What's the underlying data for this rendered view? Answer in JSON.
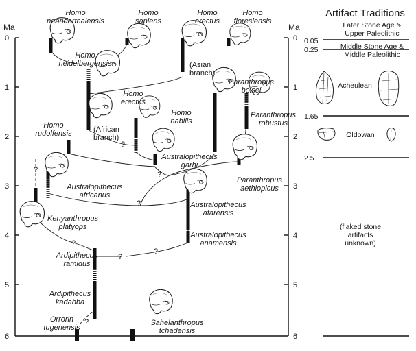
{
  "axis": {
    "unit_label": "Ma",
    "ticks": [
      {
        "value": 0,
        "label": "0"
      },
      {
        "value": 1,
        "label": "1"
      },
      {
        "value": 2,
        "label": "2"
      },
      {
        "value": 3,
        "label": "3"
      },
      {
        "value": 4,
        "label": "4"
      },
      {
        "value": 5,
        "label": "5"
      },
      {
        "value": 6,
        "label": "6"
      }
    ]
  },
  "question_mark": "?",
  "species": [
    {
      "id": "neanderthalensis",
      "lines": [
        "Homo",
        "neanderthalensis"
      ]
    },
    {
      "id": "sapiens",
      "lines": [
        "Homo",
        "sapiens"
      ]
    },
    {
      "id": "erectus-asian",
      "lines": [
        "Homo",
        "erectus"
      ]
    },
    {
      "id": "floresiensis",
      "lines": [
        "Homo",
        "floresiensis"
      ]
    },
    {
      "id": "heidelbergensis",
      "lines": [
        "Homo",
        "heidelbergensis"
      ]
    },
    {
      "id": "erectus-african",
      "lines": [
        "Homo",
        "erectus"
      ]
    },
    {
      "id": "rudolfensis",
      "lines": [
        "Homo",
        "rudolfensis"
      ]
    },
    {
      "id": "habilis",
      "lines": [
        "Homo",
        "habilis"
      ]
    },
    {
      "id": "boisei",
      "lines": [
        "Paranthropus",
        "boisei"
      ]
    },
    {
      "id": "robustus",
      "lines": [
        "Paranthropus",
        "robustus"
      ]
    },
    {
      "id": "garhi",
      "lines": [
        "Australopithecus",
        "garhi"
      ]
    },
    {
      "id": "aethiopicus",
      "lines": [
        "Paranthropus",
        "aethiopicus"
      ]
    },
    {
      "id": "africanus",
      "lines": [
        "Australopithecus",
        "africanus"
      ]
    },
    {
      "id": "afarensis",
      "lines": [
        "Australopithecus",
        "afarensis"
      ]
    },
    {
      "id": "platyops",
      "lines": [
        "Kenyanthropus",
        "platyops"
      ]
    },
    {
      "id": "anamensis",
      "lines": [
        "Australopithecus",
        "anamensis"
      ]
    },
    {
      "id": "ramidus",
      "lines": [
        "Ardipithecus",
        "ramidus"
      ]
    },
    {
      "id": "kadabba",
      "lines": [
        "Ardipithecus",
        "kadabba"
      ]
    },
    {
      "id": "tugenensis",
      "lines": [
        "Orrorin",
        "tugenensis"
      ]
    },
    {
      "id": "tchadensis",
      "lines": [
        "Sahelanthropus",
        "tchadensis"
      ]
    }
  ],
  "branch_notes": [
    {
      "id": "asian",
      "lines": [
        "(Asian",
        "branch)"
      ]
    },
    {
      "id": "african",
      "lines": [
        "(African",
        "branch)"
      ]
    }
  ],
  "artifacts": {
    "title": "Artifact Traditions",
    "boundaries": [
      {
        "value": 0.05,
        "label": "0.05"
      },
      {
        "value": 0.25,
        "label": "0.25"
      },
      {
        "value": 1.65,
        "label": "1.65"
      },
      {
        "value": 2.5,
        "label": "2.5"
      }
    ],
    "traditions": [
      {
        "id": "lsa",
        "lines": [
          "Later Stone Age &",
          "Upper Paleolithic"
        ]
      },
      {
        "id": "msa",
        "lines": [
          "Middle Stone Age &",
          "Middle Paleolithic"
        ]
      },
      {
        "id": "acheulean",
        "lines": [
          "Acheulean"
        ]
      },
      {
        "id": "oldowan",
        "lines": [
          "Oldowan"
        ]
      },
      {
        "id": "unknown",
        "lines": [
          "(flaked stone",
          "artifacts",
          "unknown)"
        ]
      }
    ]
  }
}
